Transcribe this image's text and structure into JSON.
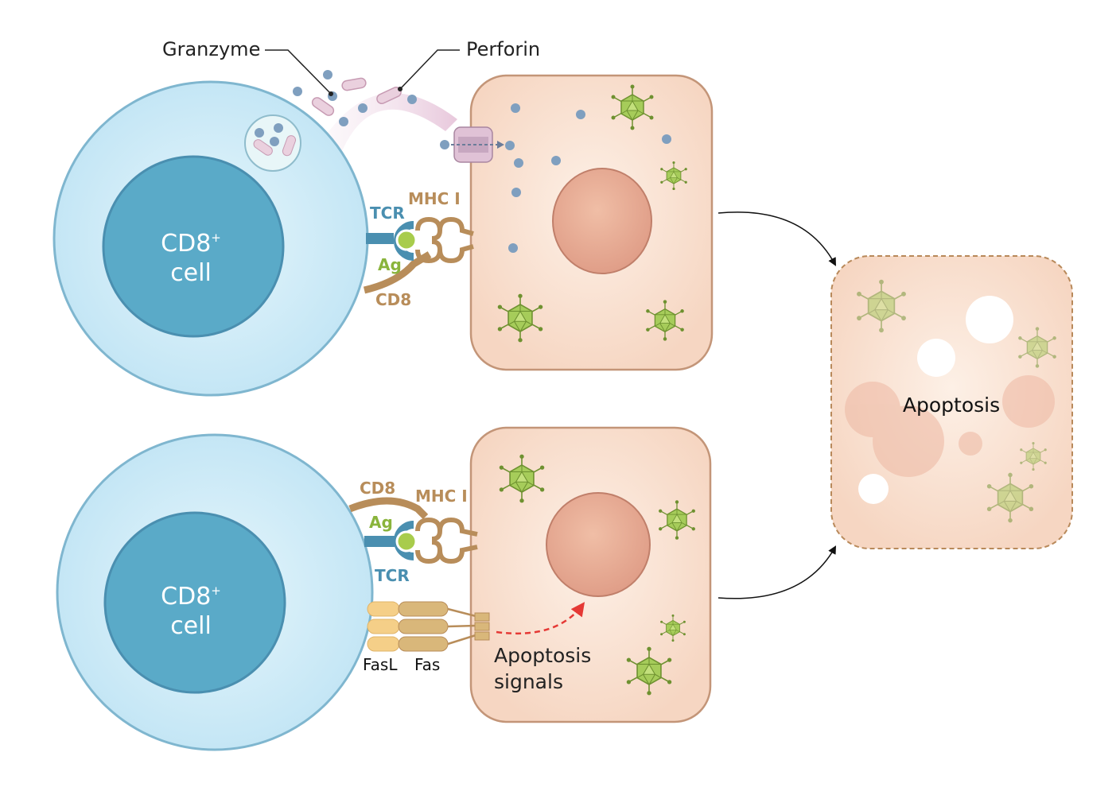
{
  "labels": {
    "granzyme": "Granzyme",
    "perforin": "Perforin",
    "cd8_cell_top_line1": "CD8",
    "cd8_cell_top_sup": "+",
    "cd8_cell_top_line2": "cell",
    "cd8_cell_bottom_line1": "CD8",
    "cd8_cell_bottom_sup": "+",
    "cd8_cell_bottom_line2": "cell",
    "tcr_top": "TCR",
    "mhc_top": "MHC I",
    "ag_top": "Ag",
    "cd8_top": "CD8",
    "cd8_bottom": "CD8",
    "mhc_bottom": "MHC I",
    "ag_bottom": "Ag",
    "tcr_bottom": "TCR",
    "fasl": "FasL",
    "fas": "Fas",
    "apoptosis_signals_line1": "Apoptosis",
    "apoptosis_signals_line2": "signals",
    "apoptosis": "Apoptosis"
  },
  "colors": {
    "t_cell_cytoplasm": "#cdeaf7",
    "t_cell_nucleus": "#5aaac8",
    "target_cell": "#f8dcc8",
    "target_nucleus": "#e4a58f",
    "tcr": "#4a8fb0",
    "mhc_cd8": "#b88d5a",
    "antigen": "#8ab43c",
    "granzyme_dot": "#7f9fbf",
    "perforin": "#e9c9d8",
    "virus": "#8db843",
    "signal_arrow": "#e53935"
  }
}
